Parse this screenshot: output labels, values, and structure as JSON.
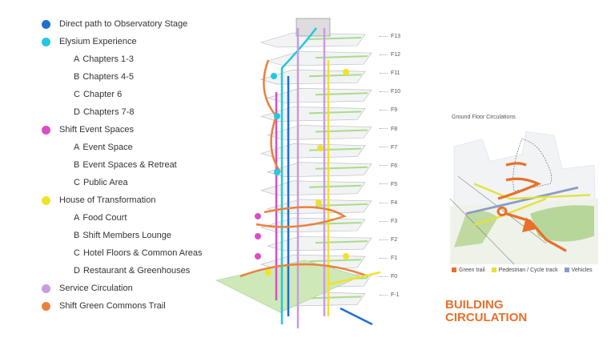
{
  "legend": [
    {
      "label": "Direct path to Observatory Stage",
      "color": "#1f6fd1",
      "level": 0
    },
    {
      "label": "Elysium Experience",
      "color": "#22c8e0",
      "level": 0
    },
    {
      "letter": "A",
      "label": "Chapters 1-3",
      "level": 1
    },
    {
      "letter": "B",
      "label": "Chapters 4-5",
      "level": 1
    },
    {
      "letter": "C",
      "label": "Chapter 6",
      "level": 1
    },
    {
      "letter": "D",
      "label": "Chapters 7-8",
      "level": 1
    },
    {
      "label": "Shift Event Spaces",
      "color": "#d94fc4",
      "level": 0
    },
    {
      "letter": "A",
      "label": "Event Space",
      "level": 1
    },
    {
      "letter": "B",
      "label": "Event Spaces & Retreat",
      "level": 1
    },
    {
      "letter": "C",
      "label": "Public Area",
      "level": 1
    },
    {
      "label": "House of Transformation",
      "color": "#f0e22a",
      "level": 0
    },
    {
      "letter": "A",
      "label": "Food Court",
      "level": 1
    },
    {
      "letter": "B",
      "label": "Shift Members Lounge",
      "level": 1
    },
    {
      "letter": "C",
      "label": "Hotel Floors & Common Areas",
      "level": 1
    },
    {
      "letter": "D",
      "label": "Restaurant & Greenhouses",
      "level": 1
    },
    {
      "label": "Service Circulation",
      "color": "#c99be0",
      "level": 0
    },
    {
      "label": "Shift Green Commons Trail",
      "color": "#e8823f",
      "level": 0
    }
  ],
  "floors": [
    "F13",
    "F12",
    "F11",
    "F10",
    "F9",
    "F8",
    "F7",
    "F6",
    "F5",
    "F4",
    "F3",
    "F2",
    "F1",
    "F0",
    "F-1"
  ],
  "ground_floor": {
    "title": "Ground Floor Circulations",
    "legend": [
      {
        "label": "Green trail",
        "color": "#e8702a"
      },
      {
        "label": "Pedestrian / Cycle track",
        "color": "#e4e23a"
      },
      {
        "label": "Vehicles",
        "color": "#8a9cc8"
      }
    ]
  },
  "heading": {
    "line1": "BUILDING",
    "line2": "CIRCULATION"
  }
}
